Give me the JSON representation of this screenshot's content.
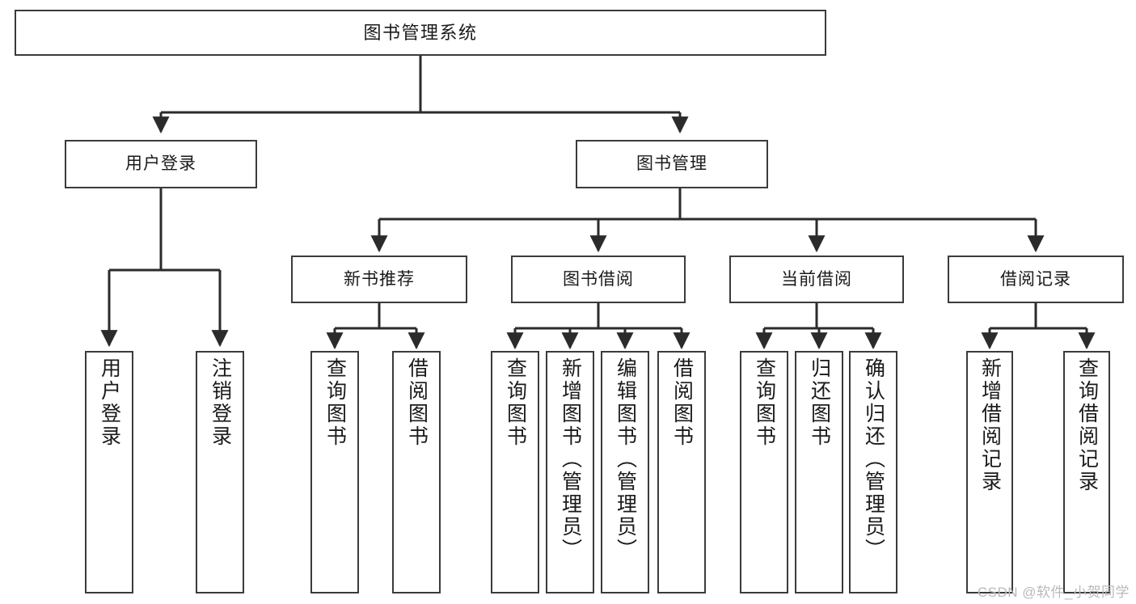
{
  "diagram": {
    "title": "图书管理系统",
    "type": "tree-hierarchy",
    "watermark": "CSDN @软件_小贺同学",
    "colors": {
      "box_border": "#3b3b3b",
      "box_fill": "#ffffff",
      "edge": "#2b2b2b",
      "text": "#1a1a1a",
      "watermark": "#b9b9b9"
    }
  },
  "root": {
    "label": "图书管理系统"
  },
  "level2": [
    {
      "label": "用户登录"
    },
    {
      "label": "图书管理"
    }
  ],
  "level3": [
    {
      "label": "新书推荐"
    },
    {
      "label": "图书借阅"
    },
    {
      "label": "当前借阅"
    },
    {
      "label": "借阅记录"
    }
  ],
  "leaves": {
    "user_login": [
      {
        "label": "用户登录"
      },
      {
        "label": "注销登录"
      }
    ],
    "new_book": [
      {
        "label": "查询图书"
      },
      {
        "label": "借阅图书"
      }
    ],
    "borrow_book": [
      {
        "label": "查询图书"
      },
      {
        "label": "新增图书（管理员）"
      },
      {
        "label": "编辑图书（管理员）"
      },
      {
        "label": "借阅图书"
      }
    ],
    "current_borrow": [
      {
        "label": "查询图书"
      },
      {
        "label": "归还图书"
      },
      {
        "label": "确认归还（管理员）"
      }
    ],
    "borrow_record": [
      {
        "label": "新增借阅记录"
      },
      {
        "label": "查询借阅记录"
      }
    ]
  }
}
